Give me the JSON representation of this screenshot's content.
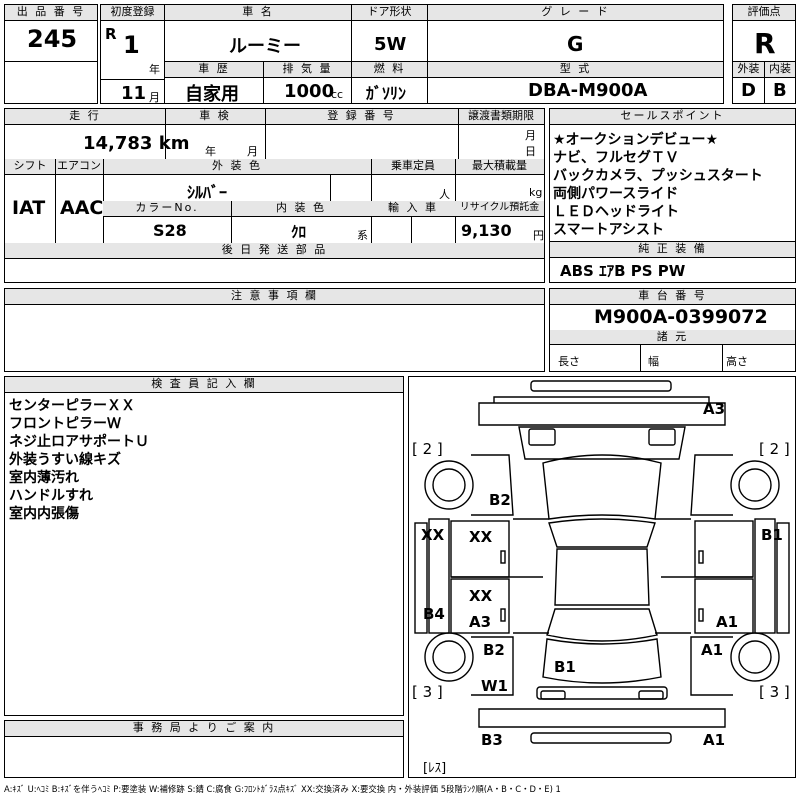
{
  "header": {
    "lot_label": "出 品 番 号",
    "lot_number": "245",
    "first_reg_label": "初度登録",
    "era": "R",
    "year": "1",
    "year_unit": "年",
    "month": "11",
    "month_unit": "月",
    "car_name_label": "車 名",
    "car_name": "ルーミー",
    "history_label": "車 歴",
    "history": "自家用",
    "displacement_label": "排 気 量",
    "displacement": "1000",
    "displacement_unit": "cc",
    "door_label": "ドア形状",
    "door": "5W",
    "fuel_label": "燃 料",
    "fuel": "ｶﾞｿﾘﾝ",
    "grade_label": "グ レ ー ド",
    "grade": "G",
    "model_label": "型 式",
    "model": "DBA-M900A",
    "score_label": "評価点",
    "score": "R",
    "exterior_label": "外装",
    "exterior": "D",
    "interior_label": "内装",
    "interior": "B"
  },
  "row2": {
    "mileage_label": "走 行",
    "mileage": "14,783 km",
    "inspection_label": "車 検",
    "inspection_year_unit": "年",
    "inspection_month_unit": "月",
    "reg_label": "登 録 番 号",
    "transfer_label": "譲渡書類期限",
    "transfer_month_unit": "月",
    "transfer_day_unit": "日",
    "shift_label": "シフト",
    "shift": "IAT",
    "ac_label": "エアコン",
    "ac": "AAC",
    "exterior_color_label": "外 装 色",
    "exterior_color": "ｼﾙﾊﾞｰ",
    "capacity_label": "乗車定員",
    "capacity_unit": "人",
    "load_label": "最大積載量",
    "load_unit": "kg",
    "color_no_label": "カラーNo.",
    "color_no": "S28",
    "interior_color_label": "内 装 色",
    "interior_color": "ｸﾛ",
    "interior_color_unit": "系",
    "import_label": "輸 入 車",
    "recycle_label": "リサイクル預託金",
    "recycle": "9,130",
    "recycle_unit": "円",
    "later_label": "後 日 発 送 部 品"
  },
  "sales_points": {
    "label": "セールスポイント",
    "lines": [
      "★オークションデビュー★",
      "ナビ、フルセグＴＶ",
      "バックカメラ、プッシュスタート",
      "両側パワースライド",
      "ＬＥＤヘッドライト",
      "スマートアシスト"
    ]
  },
  "equipment": {
    "label": "純 正 装 備",
    "value": "ABS ｴｱB PS PW"
  },
  "notes": {
    "label": "注 意 事 項 欄"
  },
  "chassis": {
    "label": "車 台 番 号",
    "value": "M900A-0399072",
    "specs_label": "諸 元",
    "length_label": "長さ",
    "width_label": "幅",
    "height_label": "高さ"
  },
  "inspector": {
    "label": "検 査 員 記 入 欄",
    "lines": [
      "センターピラーＸＸ",
      "フロントピラーＷ",
      "ネジ止ロアサポートＵ",
      "外装うすい線キズ",
      "室内薄汚れ",
      "ハンドルすれ",
      "室内内張傷"
    ]
  },
  "office": {
    "label": "事 務 局 よ り ご 案 内"
  },
  "diagram": {
    "marks": {
      "a3_top": "A3",
      "front_left": "[ 2 ]",
      "front_right": "[ 2 ]",
      "b2_hood": "B2",
      "xx_left_edge": "XX",
      "xx_front_door": "XX",
      "b1_right": "B1",
      "xx_rear_door": "XX",
      "a3_rear_door": "A3",
      "b4": "B4",
      "a1_right_door": "A1",
      "a1_right_rear": "A1",
      "b2_rear": "B2",
      "b1_trunk": "B1",
      "w1": "W1",
      "rear_left": "[ 3 ]",
      "rear_right": "[ 3 ]",
      "b3": "B3",
      "a1_bottom": "A1",
      "spare": "[ﾚｽ]"
    }
  },
  "legend": "A:ｷｽﾞ U:ﾍｺﾐ B:ｷｽﾞを伴うﾍｺﾐ P:要塗装 W:補修跡 S:錆 C:腐食 G:ﾌﾛﾝﾄｶﾞﾗｽ点ｷｽﾞ XX:交換済み X:要交換 内・外装評価 5段階ﾗﾝｸ順(A・B・C・D・E) 1"
}
